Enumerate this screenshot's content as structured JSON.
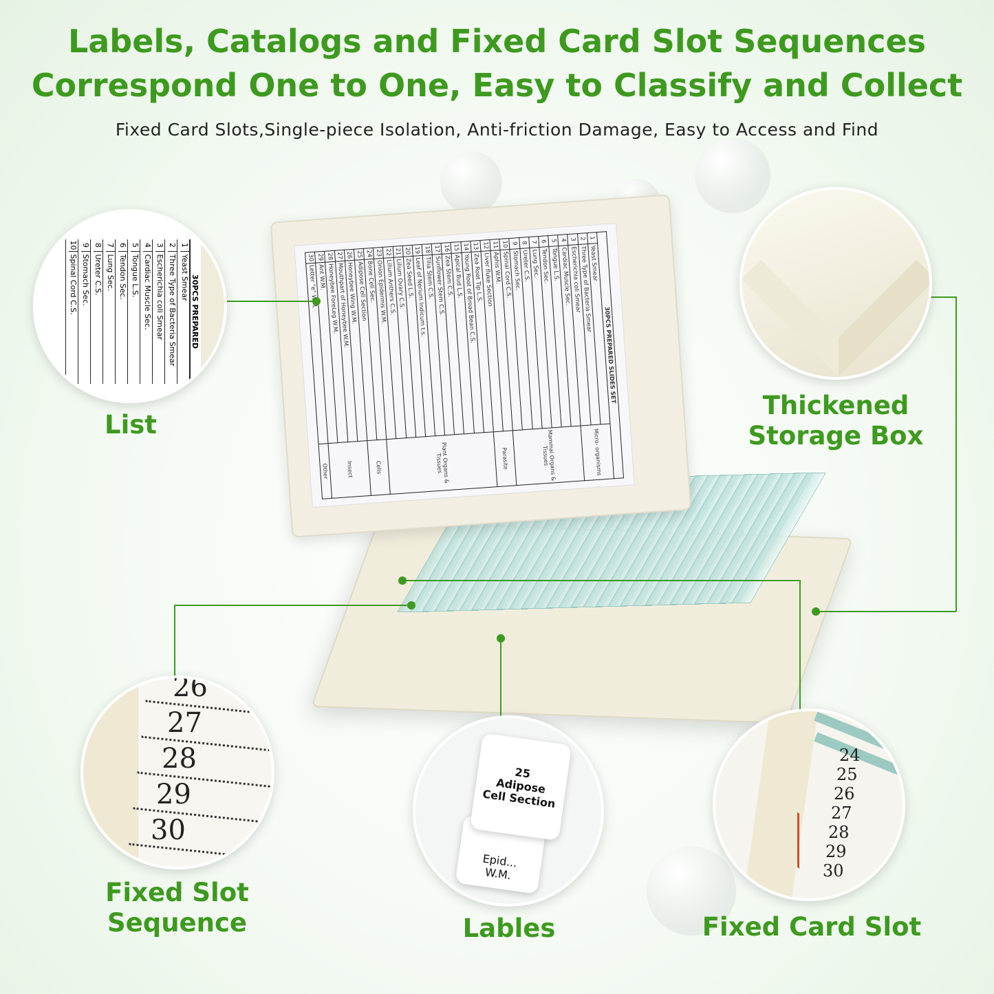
{
  "header": {
    "title_line1": "Labels, Catalogs and Fixed Card Slot Sequences",
    "title_line2": "Correspond One to One, Easy to Classify and Collect",
    "subtitle": "Fixed Card Slots,Single-piece Isolation, Anti-friction Damage, Easy to Access and Find"
  },
  "colors": {
    "accent": "#3e9a1f",
    "box": "#f2efe2"
  },
  "card": {
    "title": "30PCS PREPARED SLIDES SET",
    "items": [
      "Yeast Smear",
      "Three Type of Bacteria Smear",
      "Escherichia coli Smear",
      "Cardiac Muscle Sec.",
      "Tongue L.S.",
      "Tendon Sec.",
      "Lung Sec.",
      "Ureter C.S.",
      "Stomach Sec.",
      "Spinal Cord C.S.",
      "Aphis W.M.",
      "Liver fluke Section",
      "Zea Root Tip L.S.",
      "Young Root of Broad Bean C.S.",
      "Apical Bud L.S.",
      "Zea Stem C.S.",
      "Sunflower Stem C.S.",
      "Tilia Stem C.S.",
      "Leaf of Nerium Indicum t.s.",
      "Zea Seed L.S.",
      "Lilium Ovary C.S.",
      "Lilium Anthers C.S.",
      "Onion Epidermis W.M.",
      "Bone Cell Sec.",
      "Adipose Cell Section",
      "Honeybee Wing W.M.",
      "Mouthpart of Honeybee W.M.",
      "Honeybee ForeLeg W.M.",
      "Ant W.M.",
      "Letter \"e\" W.M."
    ],
    "categories": [
      {
        "label": "Micro- organisms",
        "count": 3
      },
      {
        "label": "Mammal Organs & Tissues",
        "count": 7
      },
      {
        "label": "Parasite",
        "count": 2
      },
      {
        "label": "Plant Organs & Tissues",
        "count": 11
      },
      {
        "label": "Cells",
        "count": 2
      },
      {
        "label": "Insect",
        "count": 4
      },
      {
        "label": "Other",
        "count": 1
      }
    ]
  },
  "callouts": {
    "list": {
      "caption": "List",
      "header": "30PCS PREPARED"
    },
    "box": {
      "caption_line1": "Thickened",
      "caption_line2": "Storage Box"
    },
    "sequence": {
      "caption_line1": "Fixed Slot",
      "caption_line2": "Sequence",
      "numbers": [
        "26",
        "27",
        "28",
        "29",
        "30"
      ]
    },
    "labels": {
      "caption": "Lables",
      "label_number": "25",
      "label_line1": "Adipose",
      "label_line2": "Cell Section",
      "back_label_line1": "Epid...",
      "back_label_line2": "W.M."
    },
    "card_slot": {
      "caption": "Fixed Card Slot",
      "numbers": [
        "24",
        "25",
        "26",
        "27",
        "28",
        "29",
        "30"
      ]
    }
  }
}
